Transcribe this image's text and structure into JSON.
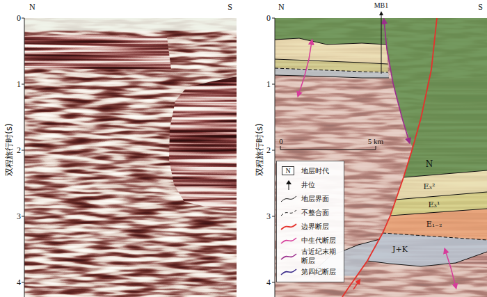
{
  "diagram": {
    "labels": [
      "N",
      "S",
      "0",
      "1",
      "2",
      "3",
      "4",
      "双程旅行时(s)",
      "N",
      "MB1",
      "S",
      "0",
      "1",
      "2",
      "3",
      "4",
      "双程旅行时(s)",
      "0",
      "5 km",
      "N",
      "E₃²",
      "E₃¹",
      "E₁₋₂",
      "J+K",
      "N"
    ],
    "legend": [
      {
        "text": "地层时代"
      },
      {
        "text": "井位"
      },
      {
        "text": "地层界面"
      },
      {
        "text": "不整合面"
      },
      {
        "text": "边界断层"
      },
      {
        "text": "中生代断层"
      },
      {
        "text": "古近纪末期断层"
      },
      {
        "text": "第四纪断层"
      }
    ]
  }
}
